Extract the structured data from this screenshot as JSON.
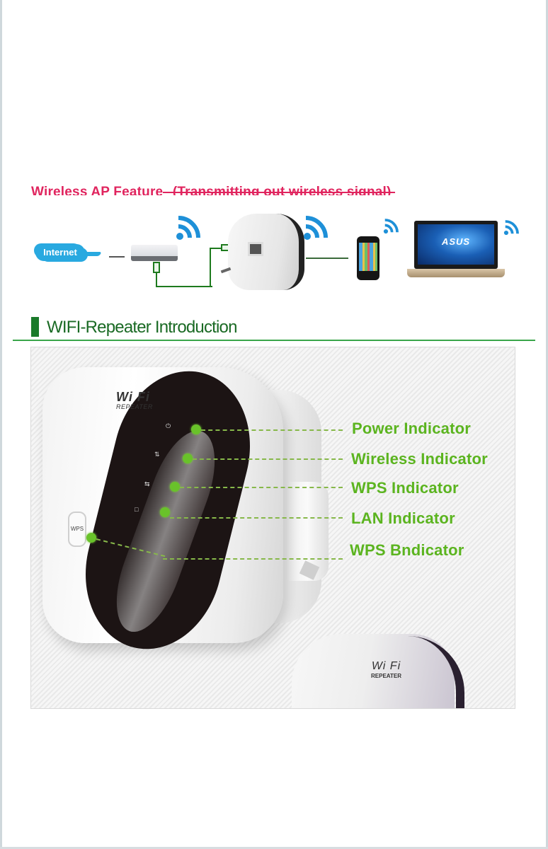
{
  "ap_feature": {
    "title": "Wireless AP Feature",
    "subtitle": "(Transmitting out wireless signal)",
    "accent_color": "#e0245e"
  },
  "diagram": {
    "internet_label": "Internet",
    "laptop_brand": "ASUS",
    "nodes": [
      "internet-cloud",
      "router",
      "wifi-repeater",
      "smartphone",
      "laptop"
    ],
    "signal_icon": "wifi-signal-icon",
    "signal_color": "#1e90d8",
    "cable_color": "#1e7a1e"
  },
  "intro": {
    "title": "WIFI-Repeater Introduction",
    "accent_color": "#1a7a2a"
  },
  "product": {
    "logo_text": "Wi Fi",
    "logo_sub": "REPEATER",
    "wps_button_label": "WPS",
    "indicators": [
      {
        "label": "Power Indicator",
        "icon": "power-icon"
      },
      {
        "label": "Wireless Indicator",
        "icon": "wireless-icon"
      },
      {
        "label": "WPS Indicator",
        "icon": "wps-icon"
      },
      {
        "label": "LAN Indicator",
        "icon": "lan-icon"
      },
      {
        "label": "WPS Bndicator",
        "icon": "wps-button-icon"
      }
    ],
    "label_color": "#5bb41f",
    "led_color": "#69c22a"
  }
}
